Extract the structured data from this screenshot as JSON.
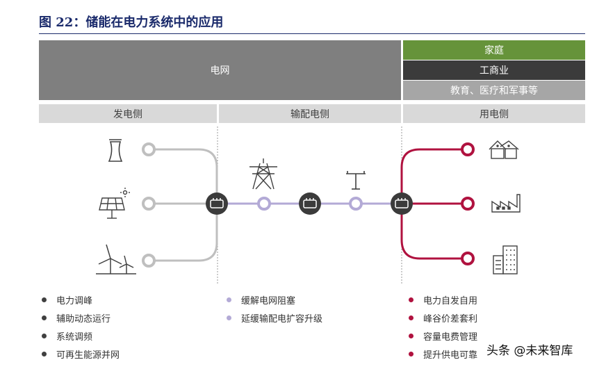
{
  "title": "图 22：储能在电力系统中的应用",
  "header": {
    "grid": "电网",
    "home": "家庭",
    "industrial": "工商业",
    "institutions": "教育、医疗和军事等"
  },
  "sections": {
    "generation": "发电侧",
    "transmission": "输配电侧",
    "consumption": "用电侧"
  },
  "lists": {
    "generation": [
      "电力调峰",
      "辅助动态运行",
      "系统调频",
      "可再生能源并网"
    ],
    "transmission": [
      "缓解电网阻塞",
      "延缓输配电扩容升级"
    ],
    "consumption": [
      "电力自发自用",
      "峰谷价差套利",
      "容量电费管理",
      "提升供电可靠"
    ]
  },
  "colors": {
    "generation_line": "#bfbfbf",
    "transmission_line": "#b3aad6",
    "consumption_line": "#b0123f",
    "storage_node": "#3b3b3b"
  },
  "icons": {
    "power_plant": "cooling-tower-icon",
    "solar": "solar-panel-icon",
    "wind": "wind-turbine-icon",
    "pylon": "transmission-tower-icon",
    "pole": "utility-pole-icon",
    "storage": "battery-storage-icon",
    "home": "house-icon",
    "factory": "factory-icon",
    "office": "office-building-icon"
  },
  "watermark": "头条 @未来智库"
}
